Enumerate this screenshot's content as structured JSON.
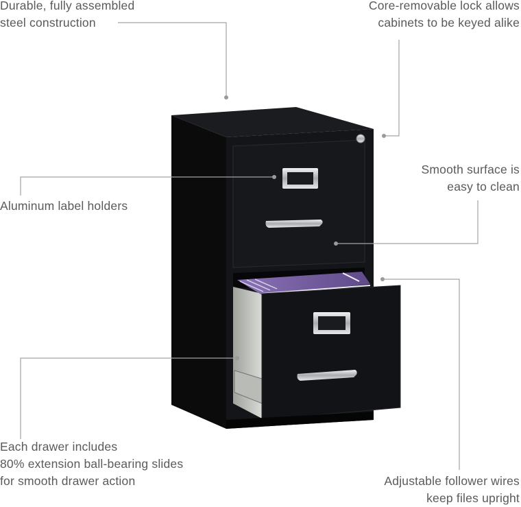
{
  "callouts": {
    "steel": {
      "line1": "Durable, fully assembled",
      "line2": "steel construction"
    },
    "lock": {
      "line1": "Core-removable lock allows",
      "line2": "cabinets to be keyed alike"
    },
    "surface": {
      "line1": "Smooth surface is",
      "line2": "easy to clean"
    },
    "label_holders": {
      "line1": "Aluminum label holders"
    },
    "slides": {
      "line1": "Each drawer includes",
      "line2": "80% extension ball-bearing slides",
      "line3": "for smooth drawer action"
    },
    "follower": {
      "line1": "Adjustable follower wires",
      "line2": "keep files upright"
    }
  },
  "colors": {
    "cabinet_body": "#111214",
    "cabinet_side": "#0a0a0b",
    "hanging_folders": "#7b62a8",
    "callout_line": "#9a9a9a",
    "hardware": "#c9cacc"
  }
}
